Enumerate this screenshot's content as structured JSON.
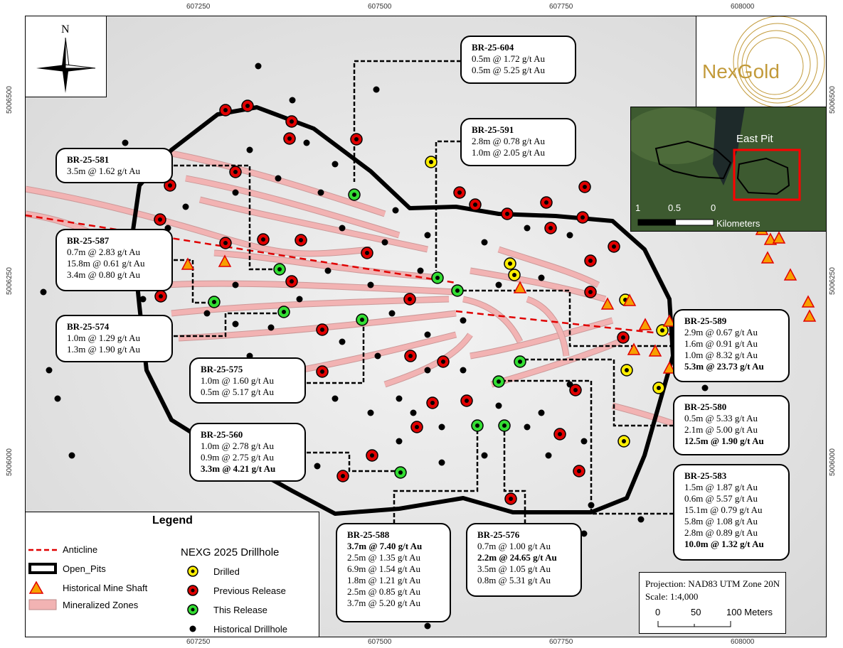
{
  "axes": {
    "x_ticks": [
      "607250",
      "607500",
      "607750",
      "608000"
    ],
    "y_ticks": [
      "5006500",
      "5006250",
      "5006000"
    ]
  },
  "north_label": "N",
  "logo_text": "NexGold",
  "inset": {
    "label": "East Pit",
    "scale_ticks": [
      "1",
      "0.5",
      "0"
    ],
    "scale_unit": "Kilometers"
  },
  "callouts": [
    {
      "id": "BR-25-604",
      "lines": [
        {
          "text": "0.5m @ 1.72 g/t Au"
        },
        {
          "text": "0.5m @ 5.25 g/t Au"
        }
      ]
    },
    {
      "id": "BR-25-591",
      "lines": [
        {
          "text": "2.8m @ 0.78 g/t Au"
        },
        {
          "text": "1.0m @ 2.05 g/t Au"
        }
      ]
    },
    {
      "id": "BR-25-581",
      "lines": [
        {
          "text": "3.5m @ 1.62 g/t Au"
        }
      ]
    },
    {
      "id": "BR-25-587",
      "lines": [
        {
          "text": "0.7m @ 2.83 g/t Au"
        },
        {
          "text": "15.8m @ 0.61 g/t Au"
        },
        {
          "text": "3.4m @ 0.80 g/t Au"
        }
      ]
    },
    {
      "id": "BR-25-574",
      "lines": [
        {
          "text": "1.0m @ 1.29 g/t Au"
        },
        {
          "text": "1.3m @ 1.90 g/t Au"
        }
      ]
    },
    {
      "id": "BR-25-575",
      "lines": [
        {
          "text": "1.0m @ 1.60 g/t Au"
        },
        {
          "text": "0.5m @ 5.17 g/t Au"
        }
      ]
    },
    {
      "id": "BR-25-560",
      "lines": [
        {
          "text": "1.0m @ 2.78 g/t Au"
        },
        {
          "text": "0.9m @ 2.75 g/t Au"
        },
        {
          "text": "3.3m @ 4.21 g/t Au",
          "bold": true
        }
      ]
    },
    {
      "id": "BR-25-589",
      "lines": [
        {
          "text": "2.9m @ 0.67 g/t Au"
        },
        {
          "text": "1.6m @ 0.91 g/t Au"
        },
        {
          "text": "1.0m @ 8.32 g/t Au"
        },
        {
          "text": "5.3m @ 23.73 g/t Au",
          "bold": true
        }
      ]
    },
    {
      "id": "BR-25-580",
      "lines": [
        {
          "text": "0.5m @ 5.33 g/t Au"
        },
        {
          "text": "2.1m @ 5.00 g/t Au"
        },
        {
          "text": "12.5m @ 1.90 g/t Au",
          "bold": true
        }
      ]
    },
    {
      "id": "BR-25-583",
      "lines": [
        {
          "text": "1.5m @ 1.87 g/t Au"
        },
        {
          "text": "0.6m @ 5.57 g/t Au"
        },
        {
          "text": "15.1m @ 0.79 g/t Au"
        },
        {
          "text": "5.8m @ 1.08 g/t Au"
        },
        {
          "text": "2.8m @ 0.89 g/t Au"
        },
        {
          "text": "10.0m @ 1.32 g/t Au",
          "bold": true
        }
      ]
    },
    {
      "id": "BR-25-588",
      "lines": [
        {
          "text": "3.7m @ 7.40 g/t Au",
          "bold": true
        },
        {
          "text": "2.5m @ 1.35 g/t Au"
        },
        {
          "text": "6.9m @ 1.54 g/t Au"
        },
        {
          "text": "1.8m @ 1.21 g/t Au"
        },
        {
          "text": "2.5m @ 0.85 g/t Au"
        },
        {
          "text": "3.7m @ 5.20 g/t Au"
        }
      ]
    },
    {
      "id": "BR-25-576",
      "lines": [
        {
          "text": "0.7m @ 1.00 g/t Au"
        },
        {
          "text": "2.2m @ 24.65 g/t Au",
          "bold": true
        },
        {
          "text": "3.5m @ 1.05 g/t Au"
        },
        {
          "text": "0.8m @ 5.31 g/t Au"
        }
      ]
    }
  ],
  "legend": {
    "title": "Legend",
    "items": [
      "Anticline",
      "Open_Pits",
      "Historical Mine Shaft",
      "Mineralized Zones"
    ],
    "drill_title": "NEXG 2025 Drillhole",
    "drill_items": [
      "Drilled",
      "Previous Release",
      "This Release",
      "Historical Drillhole"
    ]
  },
  "scale_box": {
    "projection": "Projection: NAD83 UTM Zone 20N",
    "scale": "Scale: 1:4,000",
    "ticks": [
      "0",
      "50",
      "100 Meters"
    ]
  },
  "colors": {
    "drilled": "#ffee00",
    "previous": "#e00000",
    "this_release": "#33dd33",
    "historical": "#000000",
    "anticline": "#e00000",
    "mineralized": "#f2b3b3",
    "shaft": "#f7a000",
    "inset_box": "#ff0000",
    "logo": "#c29a3a"
  }
}
